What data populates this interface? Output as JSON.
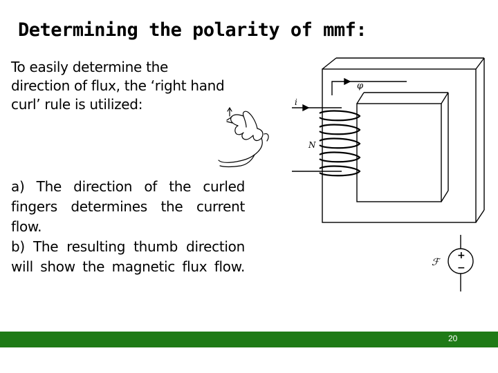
{
  "slide": {
    "title": "Determining the polarity of mmf:",
    "intro": "To easily determine the direction of flux, the ‘right hand curl’ rule is utilized:",
    "points": [
      "a) The direction of the curled fingers determines the current flow.",
      "b) The resulting thumb direction will show the magnetic flux flow."
    ],
    "page_number": "20"
  },
  "diagram": {
    "flux_label": "φ",
    "current_label": "i",
    "turns_label": "N",
    "mmf_symbol": "ℱ",
    "plus": "+",
    "minus": "−"
  },
  "colors": {
    "footer": "#1e7a16"
  }
}
